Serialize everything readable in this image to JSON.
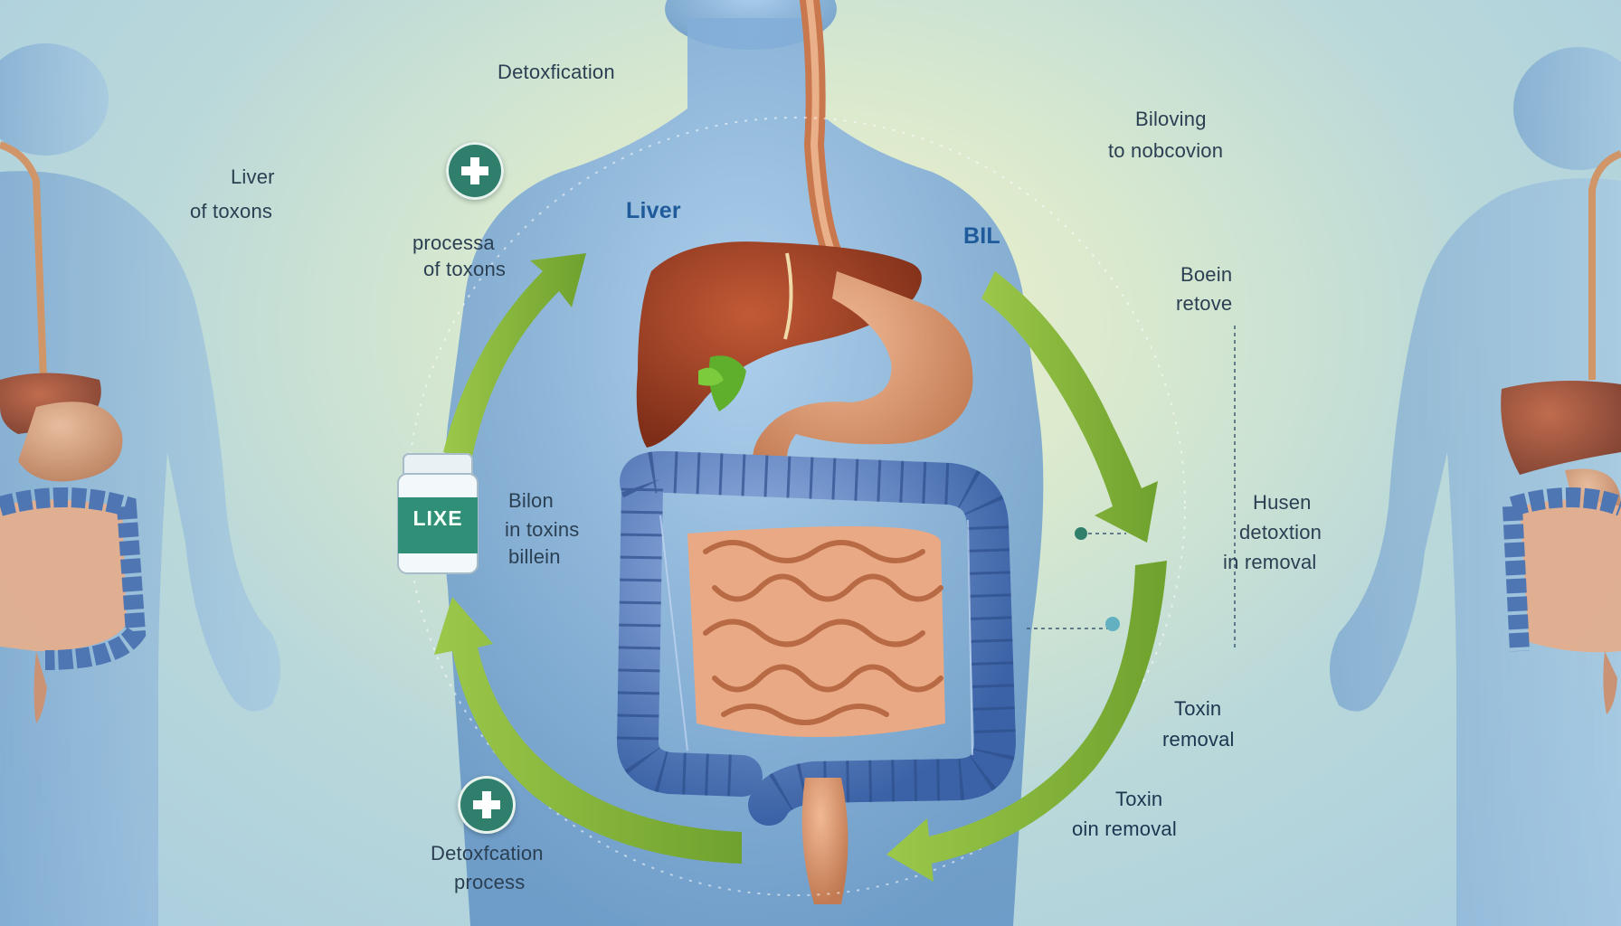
{
  "labels": {
    "detox_top": "Detoxfication",
    "liver_left_1": "Liver",
    "liver_left_2": "of toxons",
    "process_1": "processa",
    "process_2": "of toxons",
    "liver_center": "Liver",
    "bile_center": "BIL",
    "biloving_1": "Biloving",
    "biloving_2": "to nobcovion",
    "boein_1": "Boein",
    "boein_2": "retove",
    "bilon_1": "Bilon",
    "bilon_2": "in toxins",
    "bilon_3": "billein",
    "husen_1": "Husen",
    "husen_2": "detoxtion",
    "husen_3": "in removal",
    "toxin_removal_1a": "Toxin",
    "toxin_removal_1b": "removal",
    "toxin_removal_2a": "Toxin",
    "toxin_removal_2b": "oin removal",
    "detox_bottom_1": "Detoxfcation",
    "detox_bottom_2": "process",
    "jar_label": "LIXE"
  },
  "icons": {
    "plus_top": "medical-plus-icon",
    "plus_bottom": "medical-plus-icon",
    "jar": "supplement-jar-icon"
  },
  "colors": {
    "arrow_green": "#86b83a",
    "liver": "#9a3c22",
    "stomach": "#d99a72",
    "colon": "#4a74b8",
    "intestine": "#e6a884",
    "body": "#7fa9d6",
    "label_blue": "#1f5a9a"
  }
}
